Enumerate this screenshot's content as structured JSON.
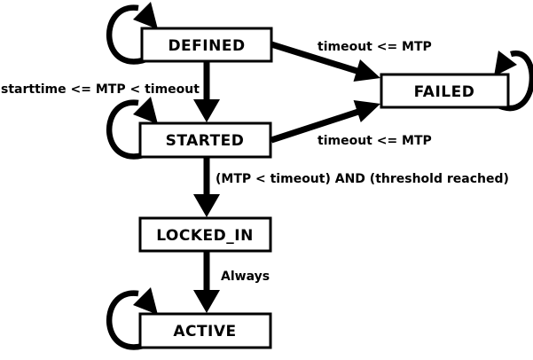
{
  "diagram": {
    "type": "state-machine",
    "colors": {
      "background": "#ffffff",
      "node_fill": "#ffffff",
      "line": "#000000",
      "text": "#000000"
    },
    "nodes": {
      "defined": {
        "label": "DEFINED"
      },
      "failed": {
        "label": "FAILED"
      },
      "started": {
        "label": "STARTED"
      },
      "locked_in": {
        "label": "LOCKED_IN"
      },
      "active": {
        "label": "ACTIVE"
      }
    },
    "edges": {
      "defined_to_failed": {
        "from": "DEFINED",
        "to": "FAILED",
        "label": "timeout <= MTP"
      },
      "defined_to_started": {
        "from": "DEFINED",
        "to": "STARTED",
        "label": "starttime <= MTP < timeout"
      },
      "started_to_failed": {
        "from": "STARTED",
        "to": "FAILED",
        "label": "timeout <= MTP"
      },
      "started_to_locked_in": {
        "from": "STARTED",
        "to": "LOCKED_IN",
        "label": "(MTP < timeout) AND (threshold reached)"
      },
      "locked_in_to_active": {
        "from": "LOCKED_IN",
        "to": "ACTIVE",
        "label": "Always"
      },
      "defined_self": {
        "from": "DEFINED",
        "to": "DEFINED",
        "label": ""
      },
      "started_self": {
        "from": "STARTED",
        "to": "STARTED",
        "label": ""
      },
      "failed_self": {
        "from": "FAILED",
        "to": "FAILED",
        "label": ""
      },
      "active_self": {
        "from": "ACTIVE",
        "to": "ACTIVE",
        "label": ""
      }
    }
  }
}
